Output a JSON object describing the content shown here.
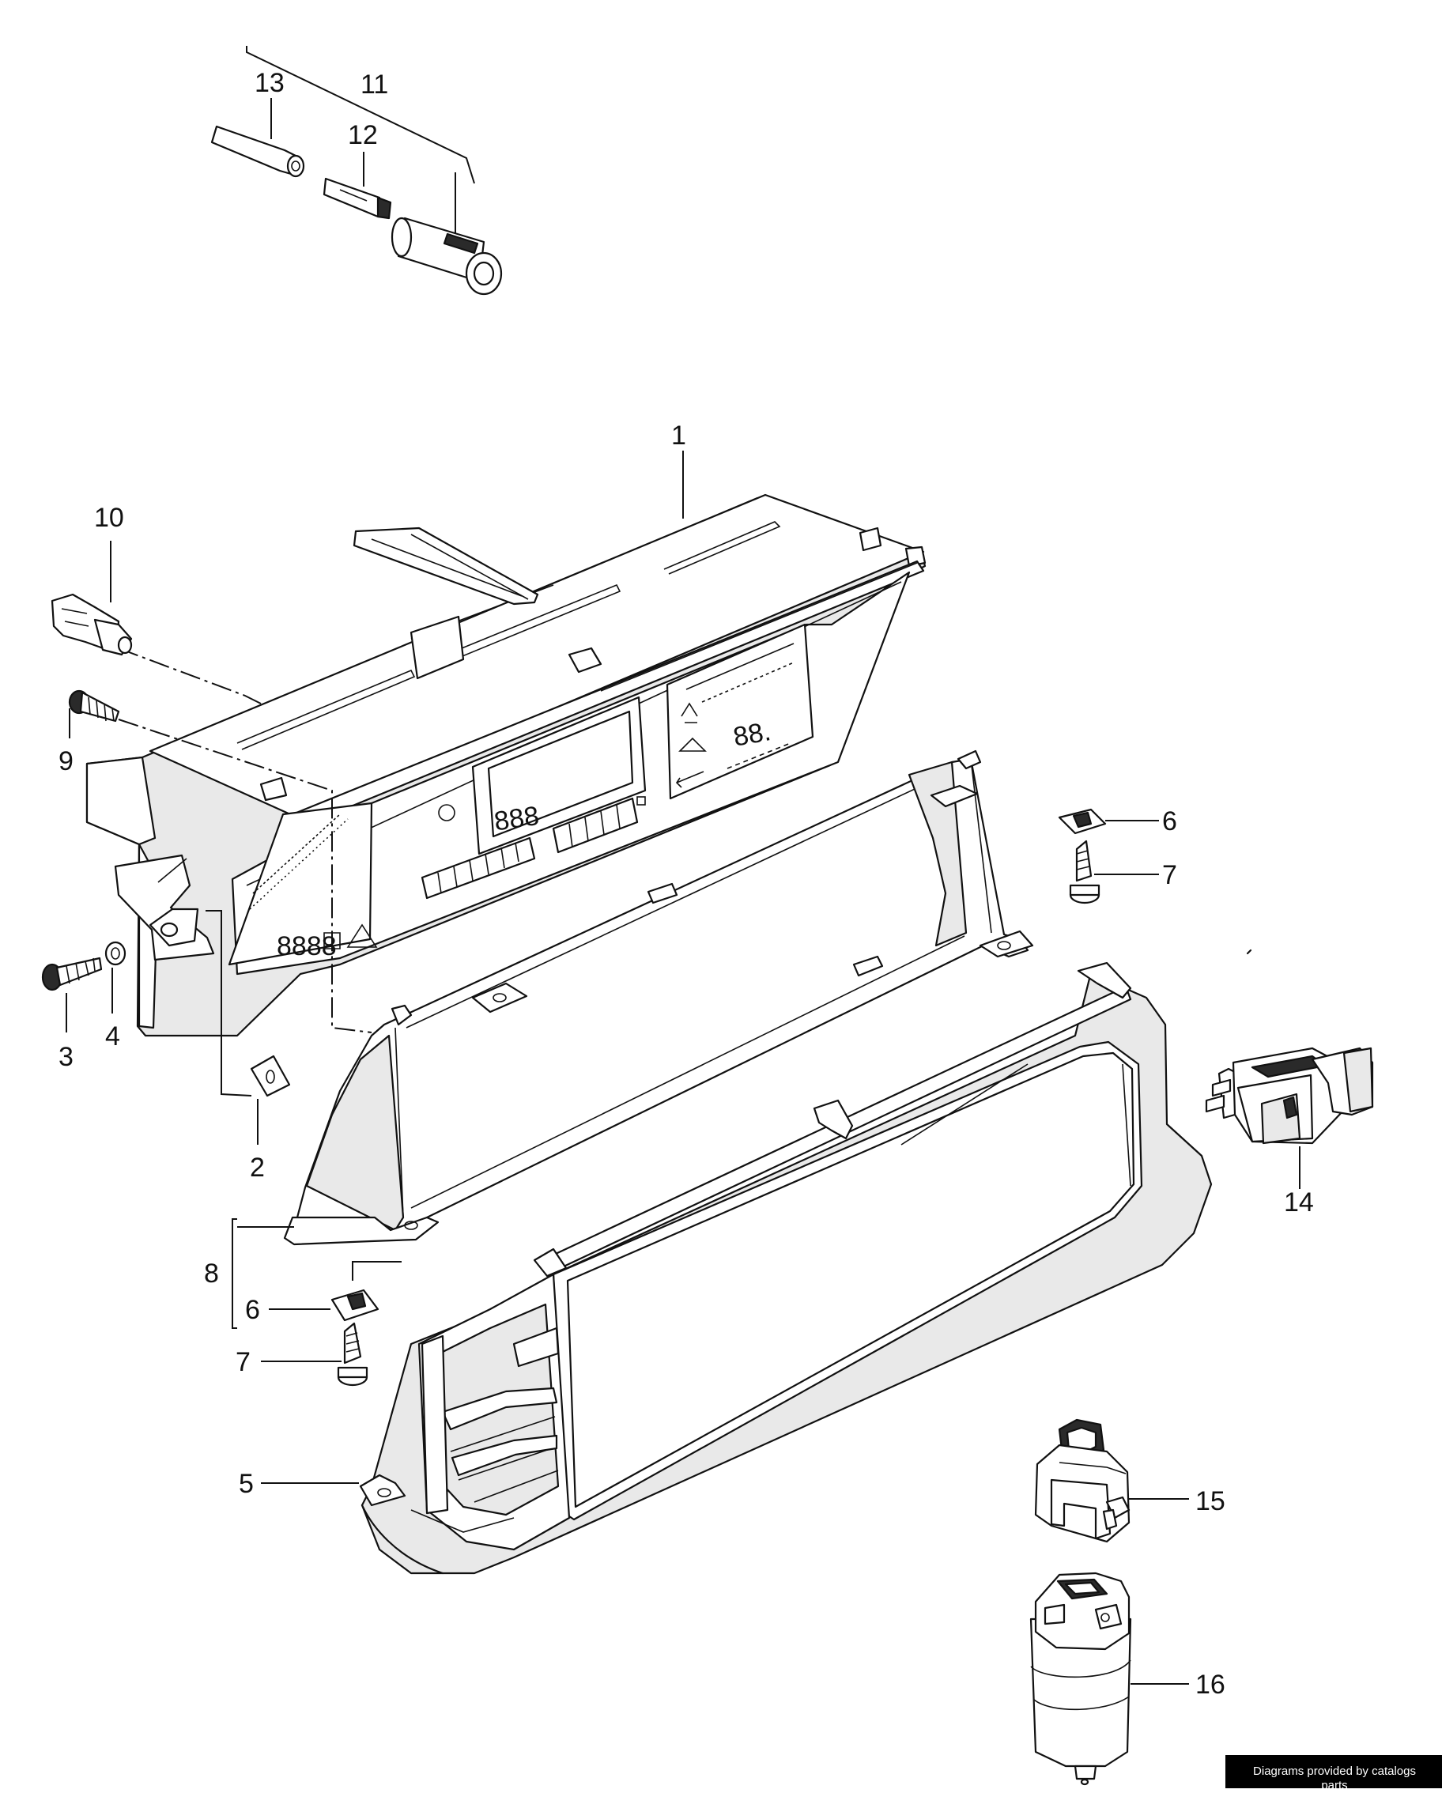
{
  "callouts": {
    "c1": "1",
    "c2": "2",
    "c3": "3",
    "c4": "4",
    "c5": "5",
    "c6a": "6",
    "c6b": "6",
    "c7a": "7",
    "c7b": "7",
    "c8": "8",
    "c9": "9",
    "c10": "10",
    "c11": "11",
    "c12": "12",
    "c13": "13",
    "c14": "14",
    "c15": "15",
    "c16": "16"
  },
  "display": {
    "digits": "888",
    "small_readout": "88.",
    "mini_readout": "8888"
  },
  "credit": "Diagrams provided by catalogs parts"
}
